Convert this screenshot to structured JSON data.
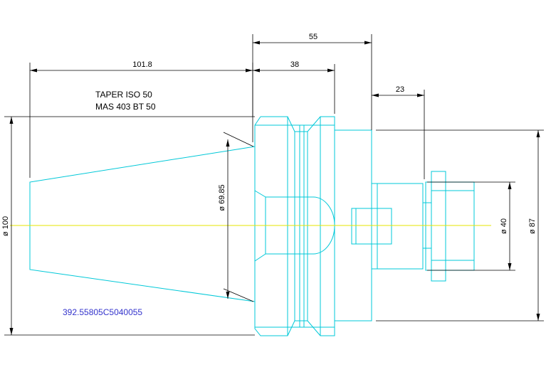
{
  "colors": {
    "part_outline": "#00c8d8",
    "centerline": "#e6e600",
    "dimension": "#000000",
    "part_number": "#3333cc",
    "background": "#ffffff"
  },
  "notes": {
    "taper_line1": "TAPER ISO 50",
    "taper_line2": "MAS 403 BT 50",
    "part_number": "392.55805C5040055"
  },
  "dimensions": {
    "overall_55": "55",
    "taper_101_8": "101.8",
    "flange_38": "38",
    "shank_23": "23",
    "dia_100": "ø 100",
    "dia_69_85": "ø 69.85",
    "dia_40": "ø 40",
    "dia_87": "ø 87"
  }
}
